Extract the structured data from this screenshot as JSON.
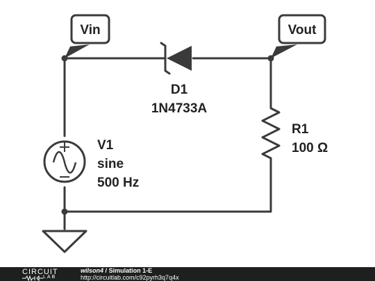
{
  "schematic": {
    "net_labels": {
      "vin": "Vin",
      "vout": "Vout"
    },
    "diode": {
      "name": "D1",
      "part": "1N4733A"
    },
    "resistor": {
      "name": "R1",
      "value": "100 Ω"
    },
    "source": {
      "name": "V1",
      "type": "sine",
      "freq": "500 Hz"
    },
    "icons": [
      "sine-source-icon",
      "diode-icon",
      "resistor-icon",
      "ground-icon",
      "plus-sign-icon",
      "minus-sign-icon"
    ]
  },
  "footer": {
    "logo_top": "CIRCUIT",
    "logo_bottom": "LAB",
    "user": "wilson4",
    "separator": "/",
    "title": "Simulation 1-E",
    "url": "http://circuitlab.com/c92pyrh3q7q4x"
  },
  "colors": {
    "wire": "#3a3a3a",
    "text": "#222222",
    "footer_bg": "#1f1f1f"
  }
}
